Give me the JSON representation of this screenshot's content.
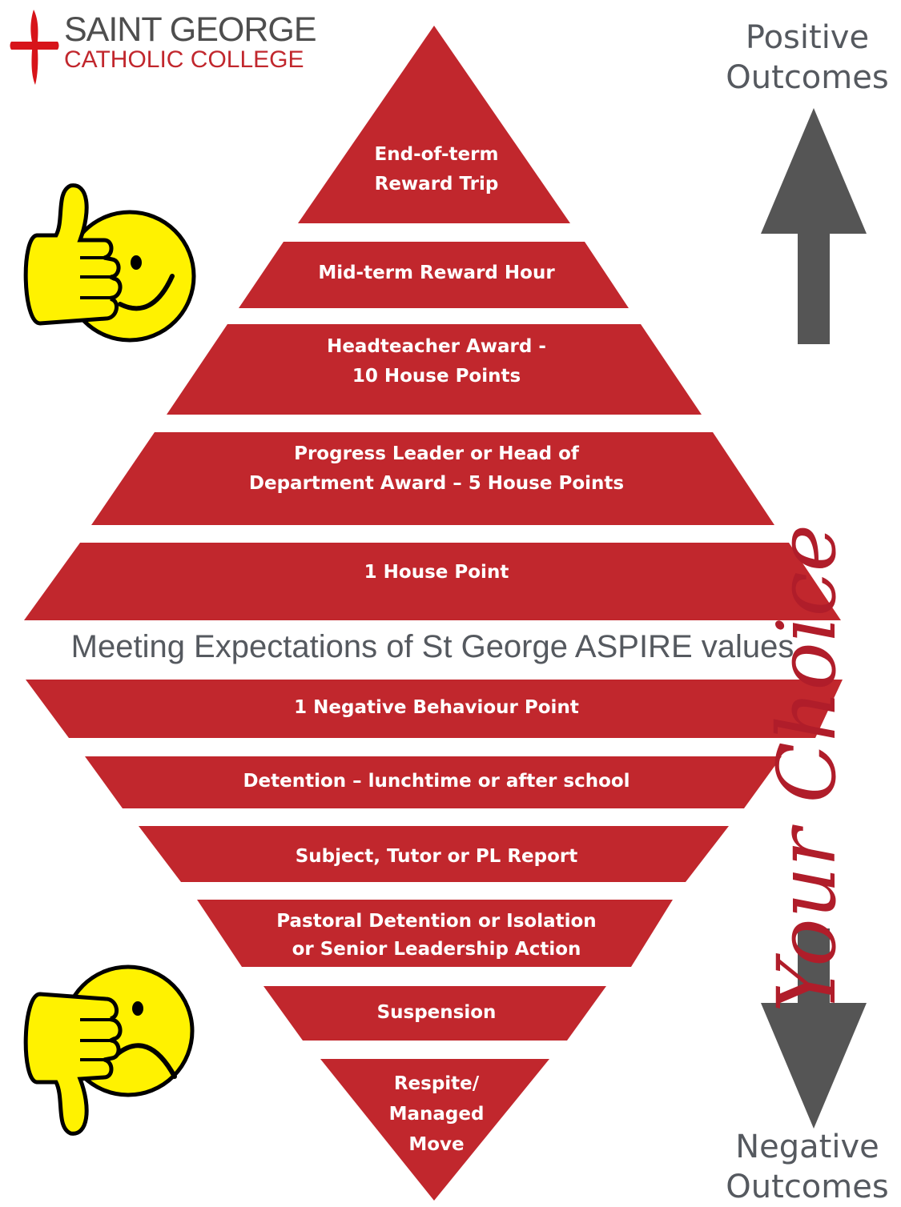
{
  "logo": {
    "line1": "SAINT GEORGE",
    "line2": "CATHOLIC COLLEGE",
    "cross_color": "#d7141a"
  },
  "positive_outcomes": [
    "Positive",
    "Outcomes"
  ],
  "negative_outcomes": [
    "Negative",
    "Outcomes"
  ],
  "choice_text": "Your Choice",
  "meeting_expectations": "Meeting Expectations of St George ASPIRE values",
  "rewards": [
    {
      "lines": [
        "End-of-term",
        "Reward Trip"
      ]
    },
    {
      "lines": [
        "Mid-term Reward Hour"
      ]
    },
    {
      "lines": [
        "Headteacher Award -",
        "10 House Points"
      ]
    },
    {
      "lines": [
        "Progress Leader or Head of",
        "Department Award – 5 House Points"
      ]
    },
    {
      "lines": [
        "1 House Point"
      ]
    }
  ],
  "sanctions": [
    {
      "lines": [
        "1 Negative Behaviour Point"
      ]
    },
    {
      "lines": [
        "Detention – lunchtime or after school"
      ]
    },
    {
      "lines": [
        "Subject, Tutor or PL Report"
      ]
    },
    {
      "lines": [
        "Pastoral Detention or Isolation",
        "or Senior Leadership Action"
      ]
    },
    {
      "lines": [
        "Suspension"
      ]
    },
    {
      "lines": [
        "Respite/",
        "Managed",
        "Move"
      ]
    }
  ],
  "icons": {
    "positive": "thumbs-up-smiley-icon",
    "negative": "thumbs-down-frowny-icon",
    "up": "arrow-up-icon",
    "down": "arrow-down-icon"
  },
  "colors": {
    "band": "#c1272d",
    "text_grey": "#55595f",
    "arrow_grey": "#555555",
    "smiley_yellow": "#fff200"
  }
}
